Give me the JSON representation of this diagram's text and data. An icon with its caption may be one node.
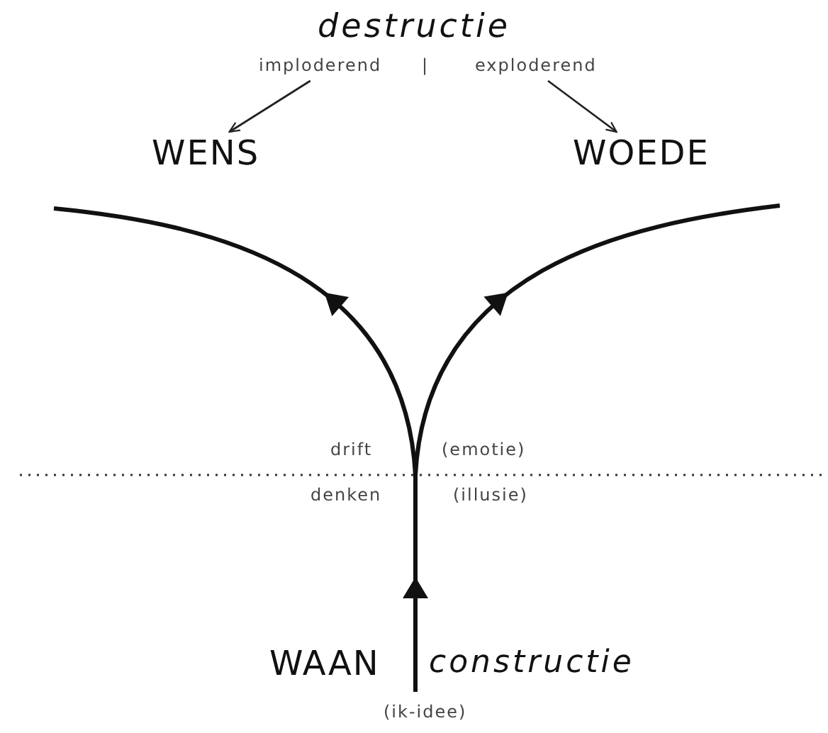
{
  "diagram": {
    "title": "destructie",
    "nodes": [
      {
        "text": [
          "imploderend"
        ]
      },
      {
        "text": [
          "exploderend"
        ]
      },
      {
        "text": [
          "WENS"
        ]
      },
      {
        "text": [
          "WOEDE"
        ]
      }
    ],
    "edges": [
      {
        "from": 0,
        "to": 2,
        "arrow": "to"
      },
      {
        "from": 1,
        "to": 3,
        "arrow": "to"
      }
    ],
    "labels": [
      "|",
      "drift",
      "(emotie)",
      "denken",
      "(illusie)",
      "WAAN",
      "constructie",
      "(ik-idee)"
    ]
  }
}
